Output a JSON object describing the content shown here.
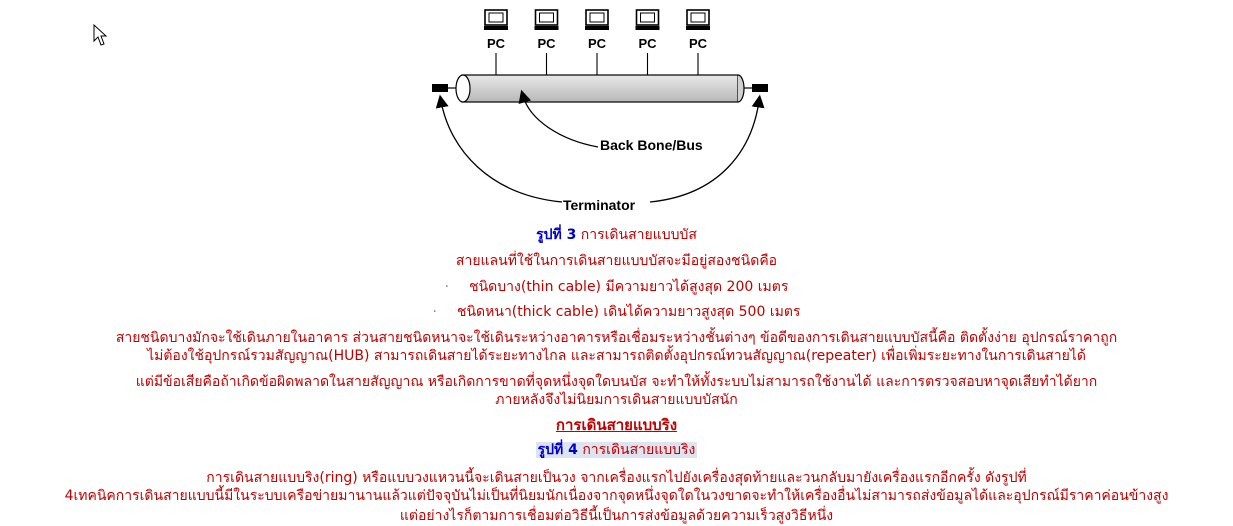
{
  "diagram": {
    "pc_label": "PC",
    "pc_count": 5,
    "bus_label": "Back Bone/Bus",
    "terminator_label": "Terminator"
  },
  "figure3": {
    "number": "รูปที่ 3",
    "caption": "การเดินสายแบบบัส"
  },
  "text": {
    "cable_intro": "สายแลนที่ใช้ในการเดินสายแบบบัสจะมีอยู่สองชนิดคือ",
    "thin": "ชนิดบาง(thin cable) มีความยาวได้สูงสุด 200 เมตร",
    "thick": "ชนิดหนา(thick cable) เดินได้ความยาวสูงสุด 500 เมตร",
    "para1_l1": "สายชนิดบางมักจะใช้เดินภายในอาคาร ส่วนสายชนิดหนาจะใช้เดินระหว่างอาคารหรือเชื่อมระหว่างชั้นต่างๆ ข้อดีของการเดินสายแบบบัสนี้คือ ติดตั้งง่าย อุปกรณ์ราคาถูก",
    "para1_l2": "ไม่ต้องใช้อุปกรณ์รวมสัญญาณ(HUB) สามารถเดินสายได้ระยะทางไกล และสามารถติดตั้งอุปกรณ์ทวนสัญญาณ(repeater) เพื่อเพิ่มระยะทางในการเดินสายได้",
    "para2_l1": "แต่มีข้อเสียคือถ้าเกิดข้อผิดพลาดในสายสัญญาณ หรือเกิดการขาดที่จุดหนึ่งจุดใดบนบัส จะทำให้ทั้งระบบไม่สามารถใช้งานได้ และการตรวจสอบหาจุดเสียทำได้ยาก",
    "para2_l2": "ภายหลังจึงไม่นิยมการเดินสายแบบบัสนัก",
    "ring_heading": "การเดินสายแบบริง",
    "ring_l1": "การเดินสายแบบริง(ring) หรือแบบวงแหวนนี้จะเดินสายเป็นวง จากเครื่องแรกไปยังเครื่องสุดท้ายและวนกลับมายังเครื่องแรกอีกครั้ง ดังรูปที่",
    "ring_l2": "4เทคนิคการเดินสายแบบนี้มีในระบบเครือข่ายมานานแล้วแต่ปัจจุบันไม่เป็นที่นิยมนักเนื่องจากจุดหนึ่งจุดใดในวงขาดจะทำให้เครื่องอื่นไม่สามารถส่งข้อมูลได้และอุปกรณ์มีราคาค่อนข้างสูง",
    "ring_l3": "แต่อย่างไรก็ตามการเชื่อมต่อวิธีนี้เป็นการส่งข้อมูลด้วยความเร็วสูงวิธีหนึ่ง"
  },
  "figure4": {
    "number": "รูปที่ 4",
    "caption": "การเดินสายแบบริง"
  }
}
